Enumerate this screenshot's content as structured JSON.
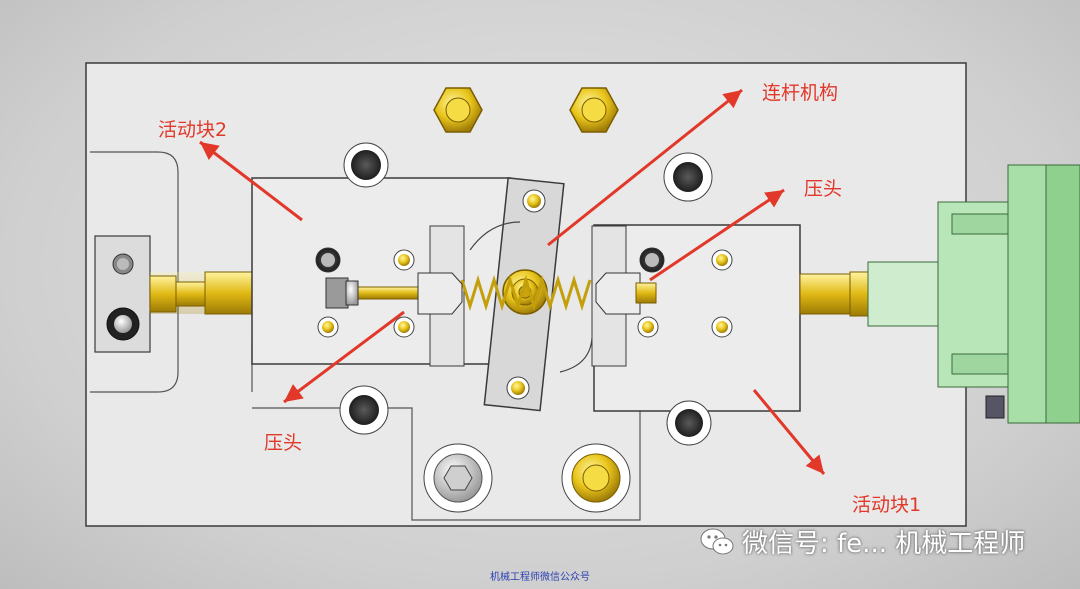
{
  "labels": {
    "movable_block_2": "活动块2",
    "linkage": "连杆机构",
    "press_head_top": "压头",
    "press_head_bottom": "压头",
    "movable_block_1": "活动块1"
  },
  "watermark": {
    "text": "微信号: fe...   机械工程师"
  },
  "caption": "机械工程师微信公众号",
  "colors": {
    "plate": "#e9e9e9",
    "outline": "#3a3a3a",
    "brass": "#e3c21b",
    "green": "#b8e6b8",
    "arrow": "#e2382a"
  },
  "icons": [
    "wechat-icon"
  ]
}
